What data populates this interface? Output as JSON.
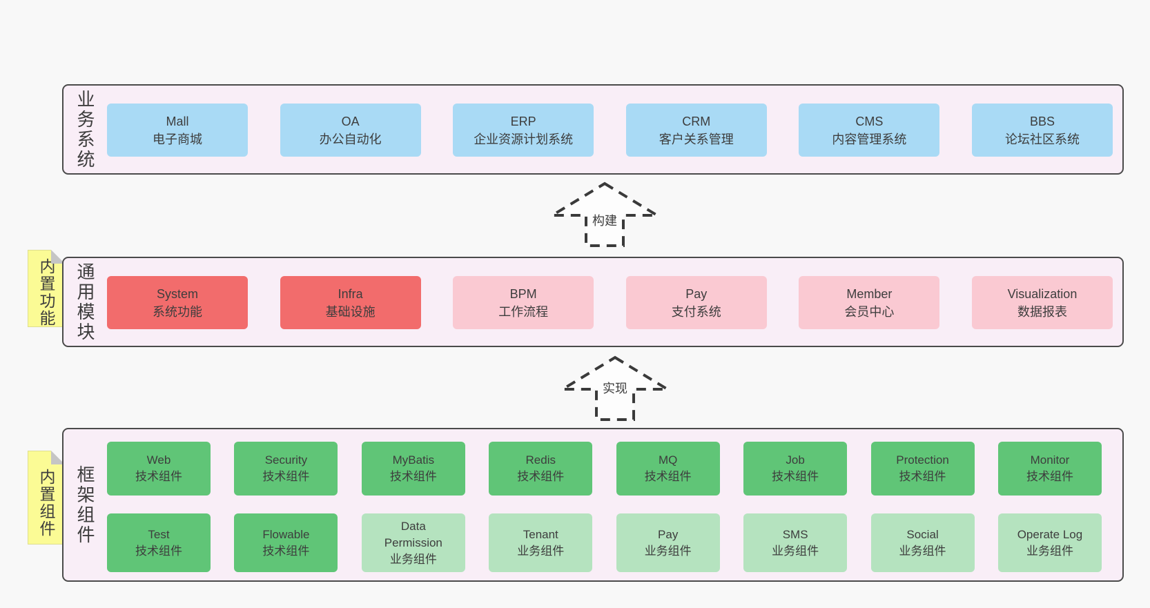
{
  "colors": {
    "page_bg": "#f8f8f8",
    "layer_bg": "#f9eef7",
    "layer_border": "#4a4a4a",
    "blue_box": "#a9daf5",
    "red_box": "#f26c6c",
    "pink_box": "#fac9d2",
    "green_box": "#60c577",
    "light_green_box": "#b5e3bf",
    "note_bg": "#fbfb95",
    "note_fold": "#c5c5c5",
    "text": "#3d3d3d",
    "arrow": "#3a3a3a"
  },
  "layers": {
    "business": {
      "label": "业务系统",
      "boxes": [
        {
          "name": "Mall",
          "desc": "电子商城"
        },
        {
          "name": "OA",
          "desc": "办公自动化"
        },
        {
          "name": "ERP",
          "desc": "企业资源计划系统"
        },
        {
          "name": "CRM",
          "desc": "客户关系管理"
        },
        {
          "name": "CMS",
          "desc": "内容管理系统"
        },
        {
          "name": "BBS",
          "desc": "论坛社区系统"
        }
      ]
    },
    "modules": {
      "label": "通用模块",
      "note": "内置功能",
      "boxes": [
        {
          "name": "System",
          "desc": "系统功能"
        },
        {
          "name": "Infra",
          "desc": "基础设施"
        },
        {
          "name": "BPM",
          "desc": "工作流程"
        },
        {
          "name": "Pay",
          "desc": "支付系统"
        },
        {
          "name": "Member",
          "desc": "会员中心"
        },
        {
          "name": "Visualization",
          "desc": "数据报表"
        }
      ]
    },
    "components": {
      "label": "框架组件",
      "note": "内置组件",
      "row1": [
        {
          "name": "Web",
          "desc": "技术组件"
        },
        {
          "name": "Security",
          "desc": "技术组件"
        },
        {
          "name": "MyBatis",
          "desc": "技术组件"
        },
        {
          "name": "Redis",
          "desc": "技术组件"
        },
        {
          "name": "MQ",
          "desc": "技术组件"
        },
        {
          "name": "Job",
          "desc": "技术组件"
        },
        {
          "name": "Protection",
          "desc": "技术组件"
        },
        {
          "name": "Monitor",
          "desc": "技术组件"
        }
      ],
      "row2": [
        {
          "name": "Test",
          "desc": "技术组件"
        },
        {
          "name": "Flowable",
          "desc": "技术组件"
        },
        {
          "name": "Data Permission",
          "desc": "业务组件"
        },
        {
          "name": "Tenant",
          "desc": "业务组件"
        },
        {
          "name": "Pay",
          "desc": "业务组件"
        },
        {
          "name": "SMS",
          "desc": "业务组件"
        },
        {
          "name": "Social",
          "desc": "业务组件"
        },
        {
          "name": "Operate Log",
          "desc": "业务组件"
        }
      ]
    }
  },
  "arrows": {
    "build": {
      "label": "构建"
    },
    "implement": {
      "label": "实现"
    }
  }
}
